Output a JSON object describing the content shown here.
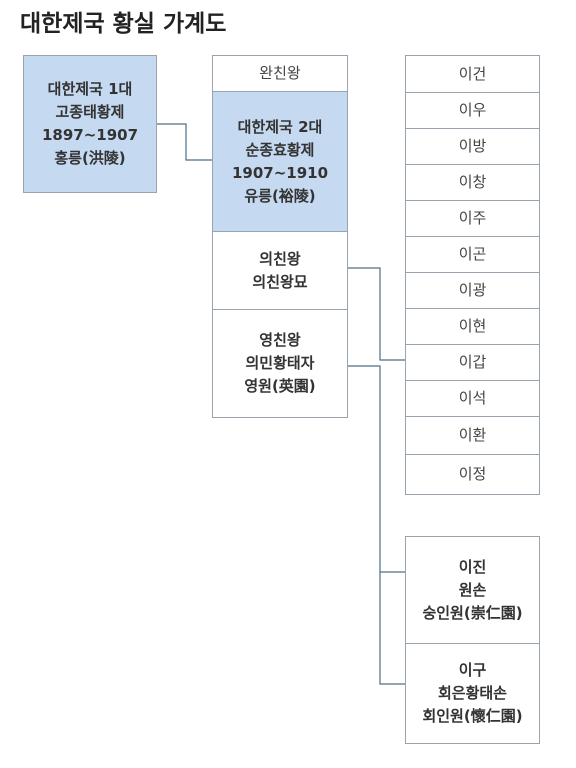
{
  "title": "대한제국 황실 가계도",
  "gen1": {
    "lines": [
      "대한제국 1대",
      "고종태황제",
      "1897~1907",
      "홍릉(洪陵)"
    ]
  },
  "gen2": [
    {
      "lines": [
        "완친왕"
      ]
    },
    {
      "lines": [
        "대한제국 2대",
        "순종효황제",
        "1907~1910",
        "유릉(裕陵)"
      ]
    },
    {
      "lines": [
        "의친왕",
        "의친왕묘"
      ]
    },
    {
      "lines": [
        "영친왕",
        "의민황태자",
        "영원(英園)"
      ]
    }
  ],
  "gen3_uichin": [
    "이건",
    "이우",
    "이방",
    "이창",
    "이주",
    "이곤",
    "이광",
    "이현",
    "이갑",
    "이석",
    "이환",
    "이정"
  ],
  "gen3_yeongchin": [
    {
      "lines": [
        "이진",
        "원손",
        "숭인원(崇仁園)"
      ]
    },
    {
      "lines": [
        "이구",
        "회은황태손",
        "회인원(懷仁園)"
      ]
    }
  ],
  "colors": {
    "highlight": "#c5d9f1",
    "border": "#9aa4ae",
    "line": "#4a6f8a"
  }
}
